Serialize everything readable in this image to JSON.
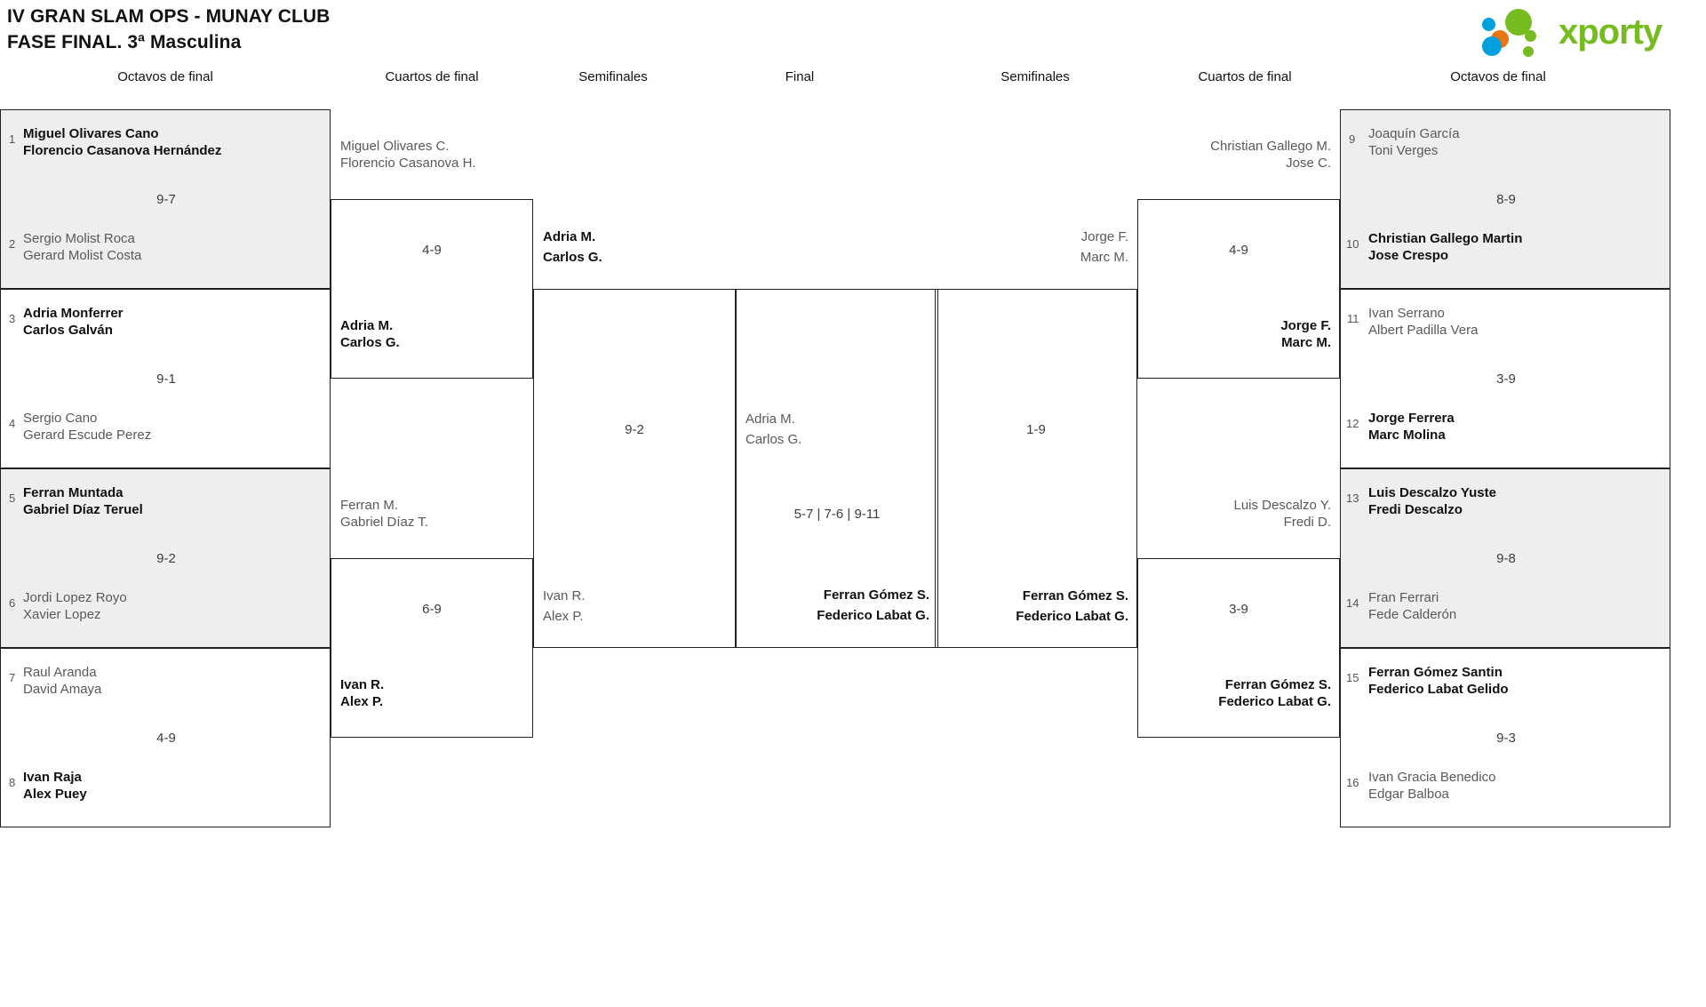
{
  "header": {
    "title_line1": "IV GRAN SLAM OPS - MUNAY CLUB",
    "title_line2": "FASE FINAL. 3ª Masculina",
    "logo_text": "xporty",
    "logo_colors": {
      "green": "#76bc21",
      "blue": "#00a0df",
      "orange": "#e87511"
    }
  },
  "round_headers": {
    "r1_left": "Octavos de final",
    "r2_left": "Cuartos de final",
    "r3_left": "Semifinales",
    "final": "Final",
    "r3_right": "Semifinales",
    "r2_right": "Cuartos de final",
    "r1_right": "Octavos de final"
  },
  "left": {
    "octavos": [
      {
        "score": "9-7",
        "top": {
          "seed": "1",
          "p1": "Miguel Olivares Cano",
          "p2": "Florencio Casanova Hernández",
          "winner": true
        },
        "bottom": {
          "seed": "2",
          "p1": "Sergio Molist Roca",
          "p2": "Gerard Molist Costa",
          "winner": false
        }
      },
      {
        "score": "9-1",
        "top": {
          "seed": "3",
          "p1": "Adria Monferrer",
          "p2": "Carlos Galván",
          "winner": true
        },
        "bottom": {
          "seed": "4",
          "p1": "Sergio Cano",
          "p2": "Gerard Escude Perez",
          "winner": false
        }
      },
      {
        "score": "9-2",
        "top": {
          "seed": "5",
          "p1": "Ferran Muntada",
          "p2": "Gabriel Díaz Teruel",
          "winner": true
        },
        "bottom": {
          "seed": "6",
          "p1": "Jordi Lopez Royo",
          "p2": "Xavier Lopez",
          "winner": false
        }
      },
      {
        "score": "4-9",
        "top": {
          "seed": "7",
          "p1": "Raul Aranda",
          "p2": "David Amaya",
          "winner": false
        },
        "bottom": {
          "seed": "8",
          "p1": "Ivan Raja",
          "p2": "Alex Puey",
          "winner": true
        }
      }
    ],
    "cuartos": [
      {
        "score": "4-9",
        "top": {
          "p1": "Miguel Olivares C.",
          "p2": "Florencio Casanova H.",
          "winner": false
        },
        "bottom": {
          "p1": "Adria M.",
          "p2": "Carlos G.",
          "winner": true
        }
      },
      {
        "score": "6-9",
        "top": {
          "p1": "Ferran M.",
          "p2": "Gabriel Díaz T.",
          "winner": false
        },
        "bottom": {
          "p1": "Ivan R.",
          "p2": "Alex P.",
          "winner": true
        }
      }
    ],
    "semifinal": {
      "score": "9-2",
      "top": {
        "p1": "Adria M.",
        "p2": "Carlos G.",
        "winner": true
      },
      "bottom": {
        "p1": "Ivan R.",
        "p2": "Alex P.",
        "winner": false
      }
    }
  },
  "final": {
    "score": "5-7 | 7-6 | 9-11",
    "top": {
      "p1": "Adria M.",
      "p2": "Carlos G.",
      "winner": false
    },
    "bottom": {
      "p1": "Ferran Gómez S.",
      "p2": "Federico Labat G.",
      "winner": true
    }
  },
  "right": {
    "octavos": [
      {
        "score": "8-9",
        "top": {
          "seed": "9",
          "p1": "Joaquín García",
          "p2": "Toni Verges",
          "winner": false
        },
        "bottom": {
          "seed": "10",
          "p1": "Christian Gallego Martin",
          "p2": "Jose Crespo",
          "winner": true
        }
      },
      {
        "score": "3-9",
        "top": {
          "seed": "11",
          "p1": "Ivan Serrano",
          "p2": "Albert Padilla Vera",
          "winner": false
        },
        "bottom": {
          "seed": "12",
          "p1": "Jorge Ferrera",
          "p2": "Marc Molina",
          "winner": true
        }
      },
      {
        "score": "9-8",
        "top": {
          "seed": "13",
          "p1": "Luis Descalzo Yuste",
          "p2": "Fredi Descalzo",
          "winner": true
        },
        "bottom": {
          "seed": "14",
          "p1": "Fran Ferrari",
          "p2": "Fede Calderón",
          "winner": false
        }
      },
      {
        "score": "9-3",
        "top": {
          "seed": "15",
          "p1": "Ferran Gómez Santin",
          "p2": "Federico Labat Gelido",
          "winner": true
        },
        "bottom": {
          "seed": "16",
          "p1": "Ivan Gracia Benedico",
          "p2": "Edgar Balboa",
          "winner": false
        }
      }
    ],
    "cuartos": [
      {
        "score": "4-9",
        "top": {
          "p1": "Christian Gallego M.",
          "p2": "Jose C.",
          "winner": false
        },
        "bottom": {
          "p1": "Jorge F.",
          "p2": "Marc M.",
          "winner": true
        }
      },
      {
        "score": "3-9",
        "top": {
          "p1": "Luis Descalzo Y.",
          "p2": "Fredi D.",
          "winner": false
        },
        "bottom": {
          "p1": "Ferran Gómez S.",
          "p2": "Federico Labat G.",
          "winner": true
        }
      }
    ],
    "semifinal": {
      "score": "1-9",
      "top": {
        "p1": "Jorge F.",
        "p2": "Marc M.",
        "winner": false
      },
      "bottom": {
        "p1": "Ferran Gómez S.",
        "p2": "Federico Labat G.",
        "winner": true
      }
    }
  }
}
